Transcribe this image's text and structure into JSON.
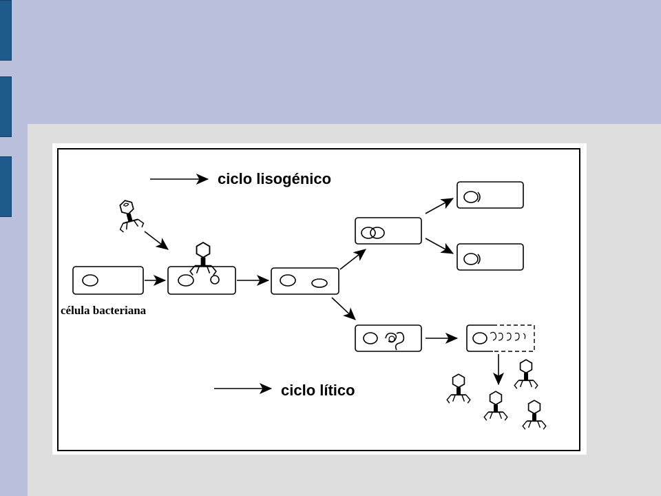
{
  "slide": {
    "colors": {
      "top_band": "#babfdc",
      "content_bg": "#dedede",
      "tab_blue": "#1f5a8c",
      "figure_bg": "#ffffff"
    }
  },
  "diagram": {
    "legend": {
      "lysogenic_label": "ciclo lisogénico",
      "lytic_label": "ciclo lítico"
    },
    "cell_caption": "célula bacteriana"
  }
}
